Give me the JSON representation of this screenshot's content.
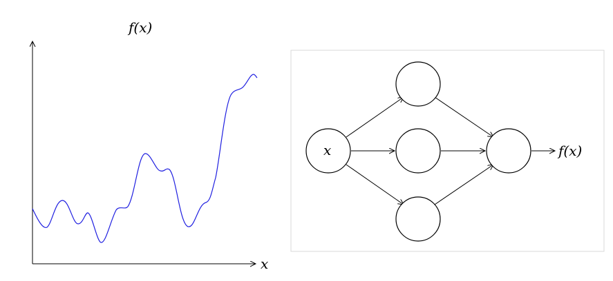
{
  "plot": {
    "y_label": "f(x)",
    "x_label": "x"
  },
  "network": {
    "input_label": "x",
    "output_label": "f(x)",
    "hidden_nodes": 3,
    "output_nodes": 1
  },
  "colors": {
    "curve": "#1f1fe0",
    "axis": "#000000",
    "panel_border": "#d9d9d9"
  }
}
